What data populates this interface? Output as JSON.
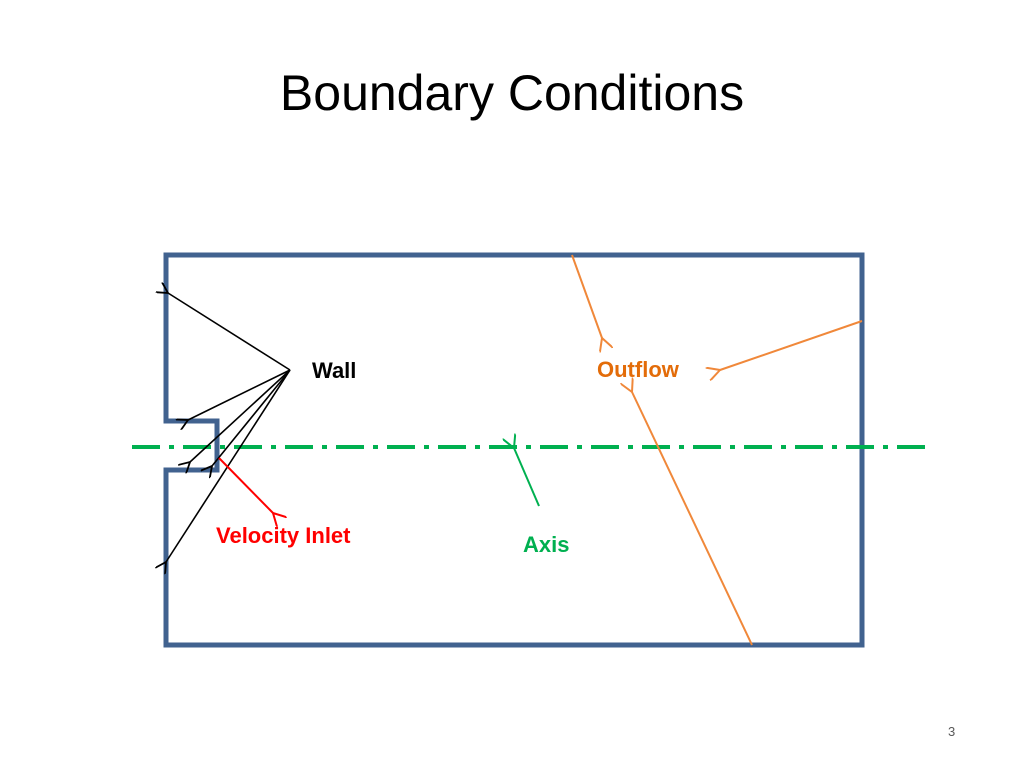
{
  "slide": {
    "title": "Boundary Conditions",
    "page_number": "3"
  },
  "labels": {
    "wall": "Wall",
    "outflow": "Outflow",
    "velocity_inlet": "Velocity Inlet",
    "axis": "Axis"
  },
  "colors": {
    "boundary": "#41628f",
    "wall": "#000000",
    "outflow": "#e36c09",
    "outflow_arrow": "#f0883a",
    "velocity_inlet": "#ff0000",
    "axis": "#00b050",
    "axis_arrow": "#00b050"
  }
}
